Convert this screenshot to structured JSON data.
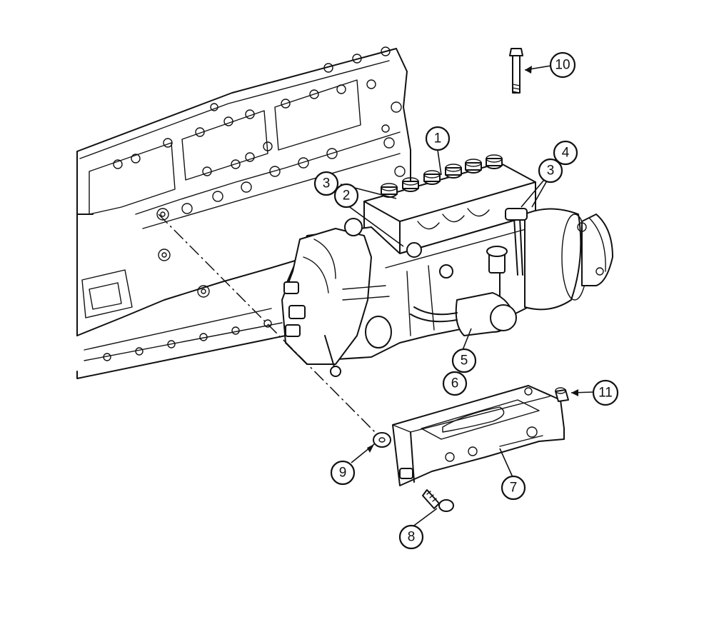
{
  "callouts": [
    {
      "label": "1"
    },
    {
      "label": "2"
    },
    {
      "label": "3"
    },
    {
      "label": "3"
    },
    {
      "label": "4"
    },
    {
      "label": "5"
    },
    {
      "label": "6"
    },
    {
      "label": "7"
    },
    {
      "label": "8"
    },
    {
      "label": "9"
    },
    {
      "label": "10"
    },
    {
      "label": "11"
    }
  ]
}
